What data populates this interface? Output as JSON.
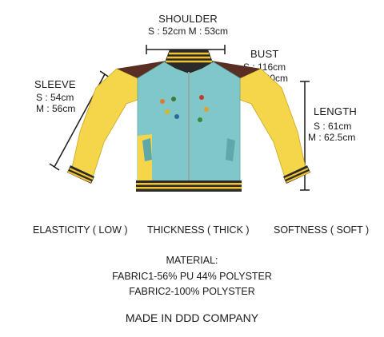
{
  "measurements": {
    "shoulder": {
      "title": "SHOULDER",
      "values": "S : 52cm M : 53cm"
    },
    "bust": {
      "title": "BUST",
      "s": "S : 116cm",
      "m": "M : 120cm"
    },
    "sleeve": {
      "title": "SLEEVE",
      "s": "S : 54cm",
      "m": "M : 56cm"
    },
    "length": {
      "title": "LENGTH",
      "s": "S : 61cm",
      "m": "M : 62.5cm"
    }
  },
  "attributes": {
    "elasticity": "ELASTICITY ( LOW )",
    "thickness": "THICKNESS ( THICK )",
    "softness": "SOFTNESS ( SOFT )"
  },
  "material": {
    "heading": "MATERIAL:",
    "fabric1": "FABRIC1-56% PU 44% POLYSTER",
    "fabric2": "FABRIC2-100% POLYSTER"
  },
  "made_in": "MADE IN DDD COMPANY",
  "colors": {
    "body": "#7fc7c9",
    "sleeve": "#f5d64a",
    "shoulder_panel": "#5a2e22",
    "rib_yellow": "#f2c230",
    "rib_dark": "#2a2a2a"
  }
}
